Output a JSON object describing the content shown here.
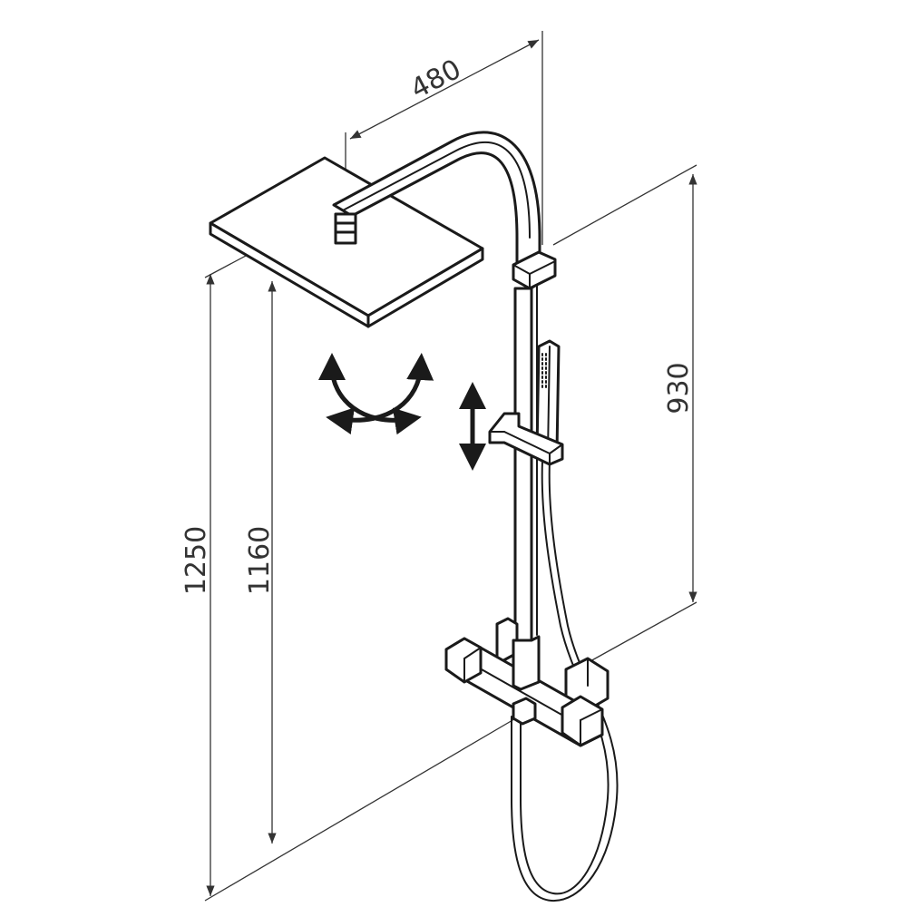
{
  "diagram": {
    "dimensions": {
      "width_top": "480",
      "height_total": "1250",
      "height_head": "1160",
      "height_rail": "930"
    },
    "icons": {
      "rotate": "swivel-rotation-icon",
      "slide": "vertical-adjust-icon"
    },
    "colors": {
      "line": "#1a1a1a",
      "dimension": "#333333",
      "background": "#ffffff"
    }
  }
}
